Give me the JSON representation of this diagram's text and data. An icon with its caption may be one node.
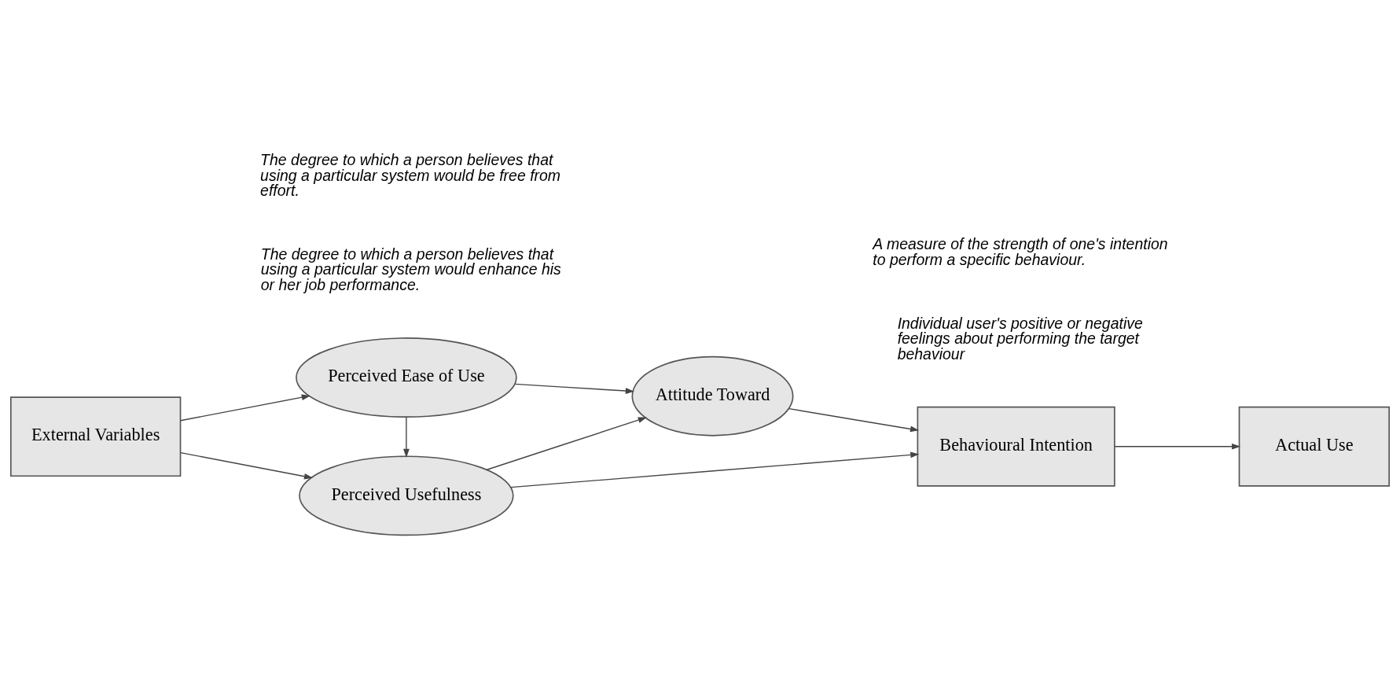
{
  "diagram": {
    "nodes": [
      {
        "text": [
          "External Variables"
        ]
      },
      {
        "text": [
          "Perceived Usefulness"
        ]
      },
      {
        "text": [
          "Perceived Ease of Use"
        ]
      },
      {
        "text": [
          "Attitude Toward"
        ]
      },
      {
        "text": [
          "Behavioural Intention"
        ]
      },
      {
        "text": [
          "Actual Use"
        ]
      }
    ],
    "edges": [
      {
        "from": 0,
        "to": 1,
        "arrow": "to"
      },
      {
        "from": 0,
        "to": 2,
        "arrow": "to"
      },
      {
        "from": 2,
        "to": 1,
        "arrow": "to"
      },
      {
        "from": 1,
        "to": 3,
        "arrow": "to"
      },
      {
        "from": 2,
        "to": 3,
        "arrow": "to"
      },
      {
        "from": 1,
        "to": 4,
        "arrow": "to"
      },
      {
        "from": 3,
        "to": 4,
        "arrow": "to"
      },
      {
        "from": 4,
        "to": 5,
        "arrow": "to"
      }
    ],
    "labels": [
      "The degree to which a person believes that using a particular system would enhance his or her job performance.",
      "Individual user's positive or negative feelings about performing the target behaviour",
      "The degree to which a person believes that using a particular system would be free from effort.",
      "A measure of the strength of one's intention to perform a specific behaviour."
    ]
  }
}
